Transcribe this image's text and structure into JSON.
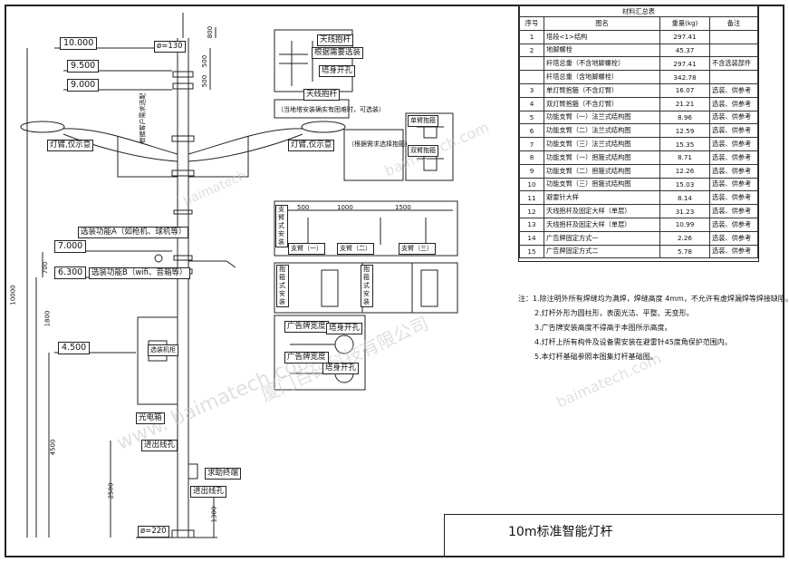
{
  "elevations": {
    "e10": "10.000",
    "e95": "9.500",
    "e90": "9.000",
    "e70": "7.000",
    "e63": "6.300",
    "e45": "4.500"
  },
  "dims": {
    "top_dia": "ø=130",
    "bottom_dia": "ø=220",
    "d800": "800",
    "d500a": "500",
    "d500b": "500",
    "d700": "700",
    "d1800": "1800",
    "d4500": "4500",
    "d2500": "2500",
    "d1300": "1300",
    "total": "10000",
    "arm_annot": "根据客户需求选配"
  },
  "labels": {
    "arm_left": "灯臂,仅示意",
    "arm_right": "灯臂,仅示意",
    "option_a": "选装功能A（如枪机、球机等）",
    "option_b": "选装功能B（wifi、音箱等）",
    "cabinet": "选装机柜",
    "solar": "光电箱",
    "cable_in_out": "进出线孔",
    "help_terminal": "求助终端",
    "cable_in_out2": "进出线孔"
  },
  "details": {
    "antenna_pole": "天线抱杆",
    "scan_install": "根据需要选装",
    "tower_hole": "塔身开孔",
    "antenna_pole2": "天线抱杆",
    "antenna_note": "（当地塔安装确实有困难时，可选装）",
    "arm_note": "（根据需求选择抱箍）",
    "single_arm": "单臂抱箍",
    "double_arm": "双臂抱箍",
    "dim_500": "500",
    "dim_1000": "1000",
    "dim_1500": "1500",
    "bracket_vertical": "支臂式安装",
    "bracket1": "支臂（一）",
    "bracket2": "支臂（二）",
    "bracket3": "支臂（三）",
    "hoop_vertical": "抱箍式安装",
    "hoop_vertical2": "抱箍式安装",
    "ad_width": "广告牌宽度",
    "ad_width2": "广告牌宽度",
    "tower_hole2": "塔身开孔",
    "tower_hole3": "塔身开孔"
  },
  "table": {
    "title": "材料汇总表",
    "headers": [
      "序号",
      "图名",
      "重量(kg)",
      "备注"
    ],
    "rows": [
      {
        "no": "1",
        "name": "塔段<1>结构",
        "weight": "297.41",
        "note": ""
      },
      {
        "no": "2",
        "name": "地脚螺栓",
        "weight": "45.37",
        "note": ""
      },
      {
        "no": "",
        "name": "杆塔总重（不含地脚螺栓）",
        "weight": "297.41",
        "note": "不含选装部件"
      },
      {
        "no": "",
        "name": "杆塔总重（含地脚螺栓）",
        "weight": "342.78",
        "note": ""
      },
      {
        "no": "3",
        "name": "单灯臂抱箍（不含灯臂）",
        "weight": "16.07",
        "note": "选装、供参考"
      },
      {
        "no": "4",
        "name": "双灯臂抱箍（不含灯臂）",
        "weight": "21.21",
        "note": "选装、供参考"
      },
      {
        "no": "5",
        "name": "功能支臂（一）法兰式结构图",
        "weight": "8.96",
        "note": "选装、供参考"
      },
      {
        "no": "6",
        "name": "功能支臂（二）法兰式结构图",
        "weight": "12.59",
        "note": "选装、供参考"
      },
      {
        "no": "7",
        "name": "功能支臂（三）法兰式结构图",
        "weight": "15.35",
        "note": "选装、供参考"
      },
      {
        "no": "8",
        "name": "功能支臂（一）抱箍式结构图",
        "weight": "8.71",
        "note": "选装、供参考"
      },
      {
        "no": "9",
        "name": "功能支臂（二）抱箍式结构图",
        "weight": "12.26",
        "note": "选装、供参考"
      },
      {
        "no": "10",
        "name": "功能支臂（三）抱箍式结构图",
        "weight": "15.03",
        "note": "选装、供参考"
      },
      {
        "no": "11",
        "name": "避雷针大样",
        "weight": "8.14",
        "note": "选装、供参考"
      },
      {
        "no": "12",
        "name": "天线抱杆及固定大样（单层）",
        "weight": "31.23",
        "note": "选装、供参考"
      },
      {
        "no": "13",
        "name": "天线抱杆及固定大样（单层）",
        "weight": "10.99",
        "note": "选装、供参考"
      },
      {
        "no": "14",
        "name": "广告牌固定方式一",
        "weight": "2.26",
        "note": "选装、供参考"
      },
      {
        "no": "15",
        "name": "广告牌固定方式二",
        "weight": "5.78",
        "note": "选装、供参考"
      }
    ]
  },
  "notes": [
    "注：1.除注明外所有焊缝均为满焊，焊缝高度 4mm，不允许有虚焊漏焊等焊接缺陷。",
    "2.灯杆外形为圆柱形，表面光洁、平整、无变形。",
    "3.广告牌安装高度不得高于本图所示高度。",
    "4.灯杆上所有构件及设备需安装在避雷针45度角保护范围内。",
    "5.本灯杆基础参照本图集灯杆基础图。"
  ],
  "title": "10m标准智能灯杆",
  "watermarks": {
    "w1": "厦门百码科技有限公司",
    "w2": "www. baimatech.com",
    "w3": "baimatech.com",
    "w4": "baimatech",
    "w5": "百码"
  }
}
